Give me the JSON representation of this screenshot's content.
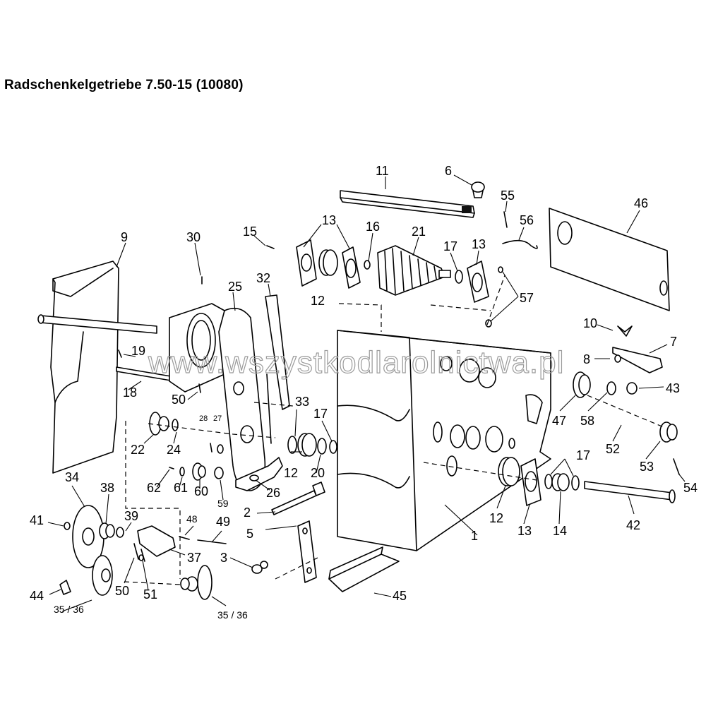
{
  "title": "Radschenkelgetriebe 7.50-15 (10080)",
  "watermark": "www.wszystkodlarolnictwa.pl",
  "labels": [
    "1",
    "2",
    "3",
    "5",
    "6",
    "7",
    "8",
    "9",
    "10",
    "11",
    "12",
    "12",
    "12",
    "12",
    "13",
    "13",
    "13",
    "14",
    "15",
    "16",
    "17",
    "17",
    "17",
    "18",
    "19",
    "20",
    "21",
    "22",
    "24",
    "25",
    "26",
    "27",
    "28",
    "30",
    "32",
    "33",
    "34",
    "35 / 36",
    "35 / 36",
    "37",
    "38",
    "39",
    "41",
    "42",
    "43",
    "44",
    "45",
    "46",
    "47",
    "48",
    "49",
    "50",
    "50",
    "51",
    "52",
    "53",
    "54",
    "55",
    "56",
    "57",
    "58",
    "59",
    "60",
    "61",
    "62"
  ]
}
